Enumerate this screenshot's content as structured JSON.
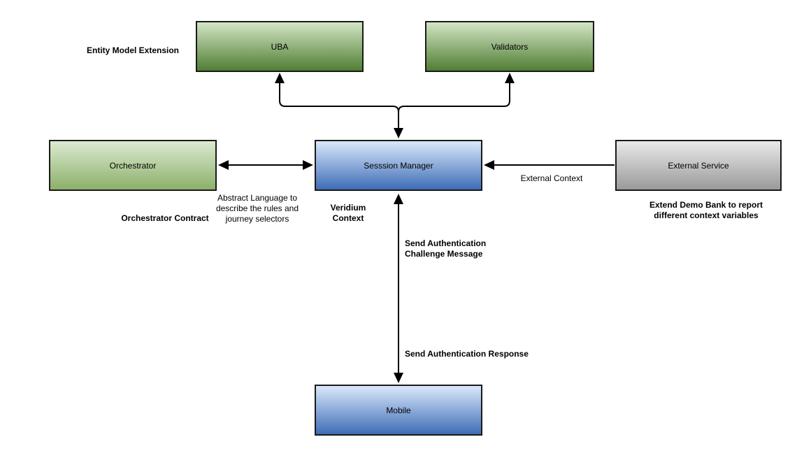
{
  "nodes": {
    "uba": {
      "label": "UBA"
    },
    "validators": {
      "label": "Validators"
    },
    "orchestrator": {
      "label": "Orchestrator"
    },
    "session_manager": {
      "label": "Sesssion Manager"
    },
    "external_service": {
      "label": "External Service"
    },
    "mobile": {
      "label": "Mobile"
    }
  },
  "labels": {
    "entity_model_extension": "Entity Model Extension",
    "orchestrator_contract": "Orchestrator Contract",
    "abstract_language": "Abstract Language to describe the rules and journey selectors",
    "veridium_context": "Veridium Context",
    "external_context": "External Context",
    "extend_demo_bank": "Extend Demo Bank to report different context variables",
    "send_auth_challenge": "Send Authentication Challenge Message",
    "send_auth_response": "Send Authentication Response"
  },
  "colors": {
    "green_top": "#d3e5c6",
    "green_bottom": "#507e33",
    "green_light_top": "#dcead2",
    "green_light_bottom": "#8cb069",
    "blue_top": "#dae8fc",
    "blue_bottom": "#3e6db5",
    "gray_top": "#e9e9e9",
    "gray_bottom": "#9a9a9a",
    "border": "#1a1a1a",
    "arrow": "#000000",
    "text": "#000000",
    "background": "#ffffff"
  }
}
